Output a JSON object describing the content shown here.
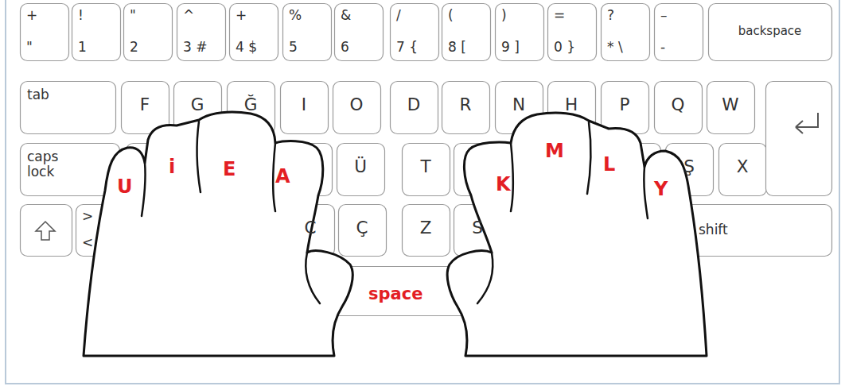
{
  "diagram": {
    "nodes": [
      {
        "text": [
          "+",
          "\""
        ]
      },
      {
        "text": [
          "!",
          "1"
        ]
      },
      {
        "text": [
          "\"",
          "2"
        ]
      },
      {
        "text": [
          "^",
          "3 #"
        ]
      },
      {
        "text": [
          "+",
          "4 $"
        ]
      },
      {
        "text": [
          "%",
          "5"
        ]
      },
      {
        "text": [
          "&",
          "6"
        ]
      },
      {
        "text": [
          "/",
          "7 {"
        ]
      },
      {
        "text": [
          "(",
          "8 ["
        ]
      },
      {
        "text": [
          ")",
          "9 ]"
        ]
      },
      {
        "text": [
          "=",
          "0 }"
        ]
      },
      {
        "text": [
          "?",
          "* \\"
        ]
      },
      {
        "text": [
          "–",
          "-"
        ]
      },
      {
        "text": [
          "backspace"
        ]
      },
      {
        "text": [
          "tab"
        ]
      },
      {
        "text": [
          "F"
        ]
      },
      {
        "text": [
          "G"
        ]
      },
      {
        "text": [
          "Ğ"
        ]
      },
      {
        "text": [
          "I"
        ]
      },
      {
        "text": [
          "O"
        ]
      },
      {
        "text": [
          "D"
        ]
      },
      {
        "text": [
          "R"
        ]
      },
      {
        "text": [
          "N"
        ]
      },
      {
        "text": [
          "H"
        ]
      },
      {
        "text": [
          "P"
        ]
      },
      {
        "text": [
          "Q"
        ]
      },
      {
        "text": [
          "W"
        ]
      },
      {
        "text": [
          "caps lock"
        ]
      },
      {
        "text": [
          "Ü"
        ]
      },
      {
        "text": [
          "T"
        ]
      },
      {
        "text": [
          "Ş"
        ]
      },
      {
        "text": [
          "X"
        ]
      },
      {
        "text": [
          ">",
          "<"
        ]
      },
      {
        "text": [
          "C"
        ]
      },
      {
        "text": [
          "Ç"
        ]
      },
      {
        "text": [
          "Z"
        ]
      },
      {
        "text": [
          "S"
        ]
      },
      {
        "text": [
          "shift"
        ]
      }
    ],
    "labels": [
      "U",
      "i",
      "E",
      "A",
      "K",
      "M",
      "L",
      "Y",
      "space"
    ]
  }
}
